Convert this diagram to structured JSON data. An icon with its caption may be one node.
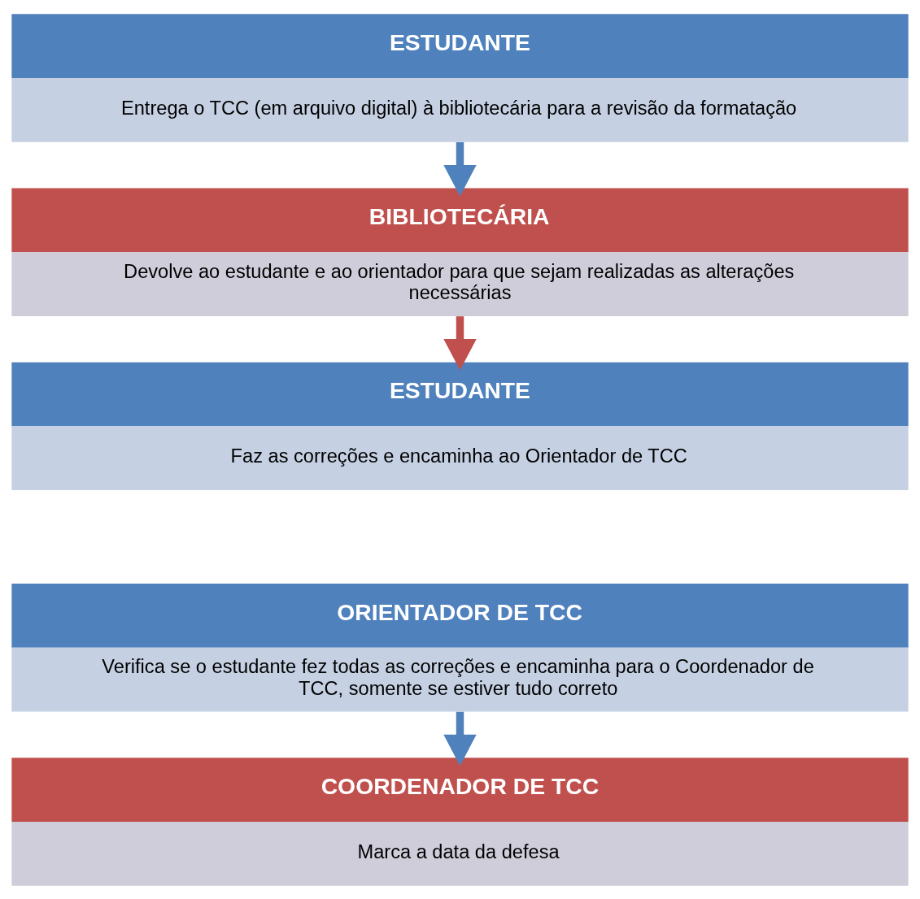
{
  "diagram": {
    "nodes": [
      {
        "text": [
          "ESTUDANTE",
          "Entrega o TCC (em arquivo digital) à bibliotecária para a revisão da formatação"
        ]
      },
      {
        "text": [
          "BIBLIOTECÁRIA",
          "Devolve ao estudante e ao orientador para que sejam realizadas as alterações necessárias"
        ]
      },
      {
        "text": [
          "ESTUDANTE",
          "Faz as correções e encaminha ao Orientador de TCC"
        ]
      },
      {
        "text": [
          "ORIENTADOR DE TCC",
          "Verifica se o estudante fez todas as correções e encaminha para o Coordenador de TCC, somente se estiver tudo correto"
        ]
      },
      {
        "text": [
          "COORDENADOR DE TCC",
          "Marca a data da defesa"
        ]
      }
    ],
    "edges": [
      {
        "from": 0,
        "to": 1,
        "arrow": "to"
      },
      {
        "from": 1,
        "to": 2,
        "arrow": "to",
        "color": "#c0504d"
      },
      {
        "from": 3,
        "to": 4,
        "arrow": "to"
      }
    ]
  }
}
